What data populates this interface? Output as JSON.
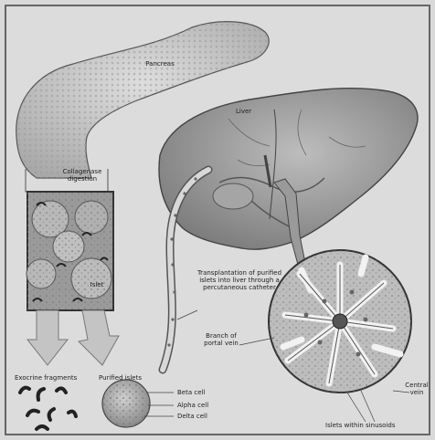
{
  "figure": {
    "labels": {
      "pancreas": "Pancreas",
      "collagenase_digestion": "Collagenase digestion",
      "liver": "Liver",
      "islet": "Islet",
      "transplantation": "Transplantation of purified islets into liver through a percutaneous catheter",
      "branch_of_portal_vein": "Branch of portal vein",
      "exocrine_fragments": "Exocrine fragments",
      "purified_islets": "Purified islets",
      "beta_cell": "Beta cell",
      "alpha_cell": "Alpha cell",
      "delta_cell": "Delta cell",
      "central_vein": "Central vein",
      "islets_within_sinusoids": "Islets within sinusoids"
    }
  }
}
